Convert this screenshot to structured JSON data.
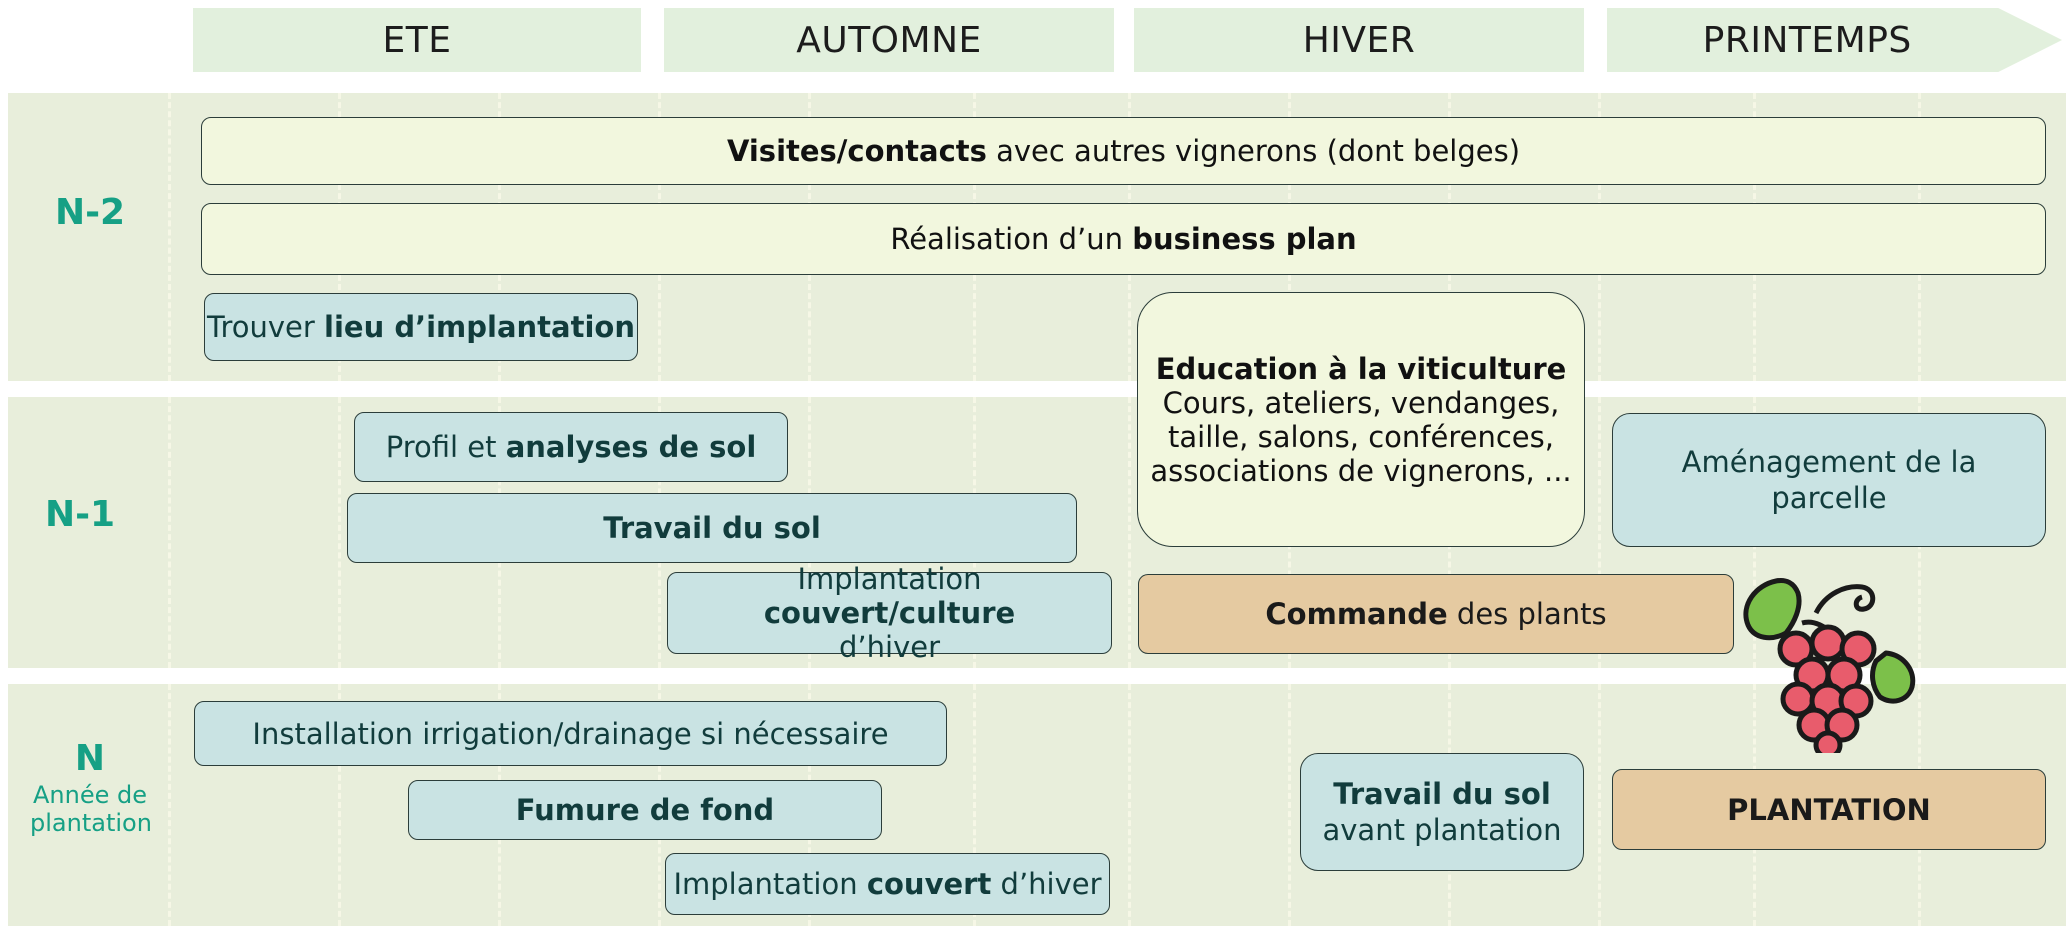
{
  "seasons": [
    "ETE",
    "AUTOMNE",
    "HIVER",
    "PRINTEMPS"
  ],
  "rows": {
    "n2": {
      "label": "N-2"
    },
    "n1": {
      "label": "N-1"
    },
    "n": {
      "label": "N",
      "sublabel": "Année de plantation"
    }
  },
  "tasks": {
    "visites": {
      "bold": "Visites/contacts",
      "rest": " avec autres vignerons (dont belges)"
    },
    "business": {
      "pre": "Réalisation d’un ",
      "bold": "business plan"
    },
    "lieu": {
      "pre": "Trouver ",
      "bold": "lieu d’implantation"
    },
    "education": {
      "title": "Education à la viticulture",
      "line1": "Cours, ateliers, vendanges,",
      "line2": "taille, salons, conférences,",
      "line3": "associations de vignerons, ..."
    },
    "profil": {
      "pre": "Profil et ",
      "bold": "analyses de sol"
    },
    "travail_sol": {
      "bold": "Travail du sol"
    },
    "couvert_culture": {
      "pre": "Implantation ",
      "bold": "couvert/culture",
      "line2": "d’hiver"
    },
    "amenagement": {
      "line1": "Aménagement de la",
      "line2": "parcelle"
    },
    "commande": {
      "bold": "Commande",
      "rest": " des plants"
    },
    "irrigation": {
      "text": "Installation irrigation/drainage si nécessaire"
    },
    "fumure": {
      "bold": "Fumure de fond"
    },
    "couvert_hiver": {
      "pre": "Implantation ",
      "bold": "couvert",
      "rest": " d’hiver"
    },
    "travail_avant": {
      "bold": "Travail du sol",
      "line2": "avant plantation"
    },
    "plantation": {
      "bold": "PLANTATION"
    }
  },
  "colors": {
    "accent": "#16a085",
    "blue_box": "#c9e3e3",
    "cream_box": "#f2f7de",
    "tan_box": "#e5caa1",
    "band": "#e8eedb",
    "season": "#e2f0dd"
  },
  "icons": [
    "grapes-icon"
  ]
}
